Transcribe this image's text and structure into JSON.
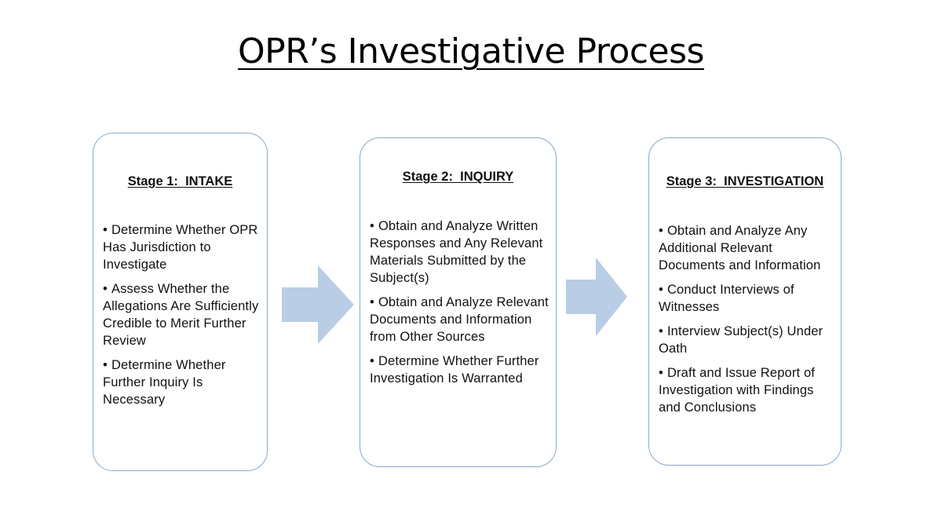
{
  "title": "OPR’s Investigative Process",
  "colors": {
    "box_border": "#8aa9c8",
    "arrow_fill": "#b9cde5",
    "text": "#111111"
  },
  "stages": [
    {
      "heading": "Stage 1:  INTAKE",
      "items": [
        "Determine Whether OPR Has Jurisdiction to Investigate",
        "Assess Whether the Allegations Are Sufficiently Credible to Merit Further Review",
        "Determine Whether Further Inquiry Is Necessary"
      ]
    },
    {
      "heading": "Stage 2:  INQUIRY",
      "items": [
        "Obtain and Analyze Written Responses and Any Relevant Materials Submitted by the Subject(s)",
        "Obtain and Analyze Relevant Documents and Information from Other Sources",
        "Determine Whether Further Investigation Is Warranted"
      ]
    },
    {
      "heading": "Stage 3:  INVESTIGATION",
      "items": [
        "Obtain and Analyze Any Additional Relevant Documents and Information",
        "Conduct Interviews of Witnesses",
        "Interview Subject(s) Under Oath",
        "Draft and Issue Report of Investigation with Findings and Conclusions"
      ]
    }
  ]
}
